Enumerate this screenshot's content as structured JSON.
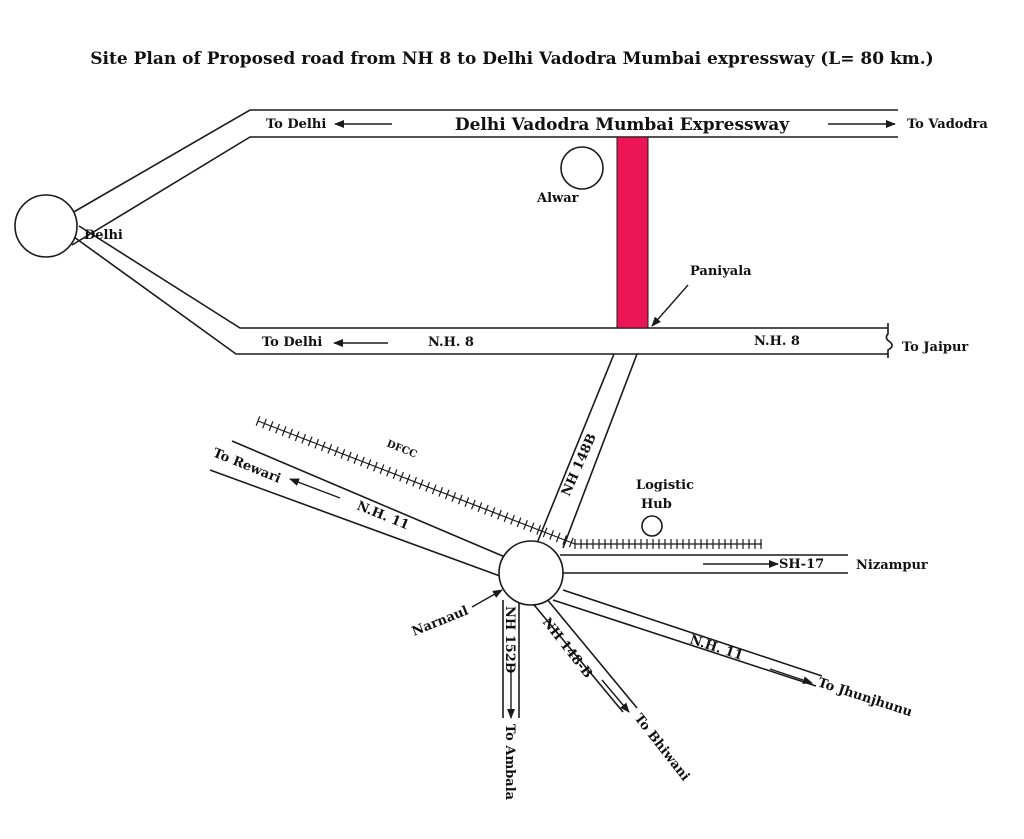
{
  "title": "Site Plan of Proposed road from NH 8 to  Delhi Vadodra Mumbai expressway (L= 80 km.)",
  "colors": {
    "proposed_road": "#ec1656",
    "ink": "#1a1a1a",
    "background": "#ffffff"
  },
  "expressway": {
    "name": "Delhi Vadodra Mumbai Expressway",
    "left_direction": "To Delhi",
    "right_direction": "To Vadodra"
  },
  "nh8": {
    "label_left": "N.H. 8",
    "label_right": "N.H. 8",
    "left_direction": "To Delhi",
    "right_direction": "To Jaipur"
  },
  "places": {
    "delhi": "Delhi",
    "alwar": "Alwar",
    "paniyala": "Paniyala",
    "narnaul": "Narnaul",
    "logistic_hub_line1": "Logistic",
    "logistic_hub_line2": "Hub",
    "nizampur": "Nizampur"
  },
  "roads": {
    "nh148b_north": "NH 148B",
    "dfcc": "DFCC",
    "nh11_west": "N.H. 11",
    "nh11_east": "N.H. 11",
    "nh152d": "NH 152D",
    "nh148b_south": "NH 148-B",
    "sh17": "SH-17"
  },
  "directions": {
    "rewari": "To Rewari",
    "jhunjhunu": "To Jhunjhunu",
    "bhiwani": "To Bhiwani",
    "ambala": "To Ambala"
  }
}
